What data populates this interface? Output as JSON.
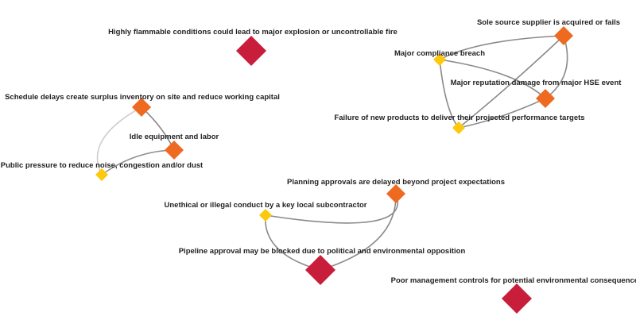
{
  "colors": {
    "critical": "#c81e3c",
    "high": "#ee6a21",
    "medium": "#fcc90d",
    "edge": "#8a8a8a",
    "edge_faint": "#cfcfcf"
  },
  "risks": [
    {
      "id": "flammable",
      "label": "Highly flammable conditions could lead to major explosion or uncontrollable fire",
      "severity": "critical"
    },
    {
      "id": "sole-source",
      "label": "Sole source supplier is acquired or fails",
      "severity": "high"
    },
    {
      "id": "compliance",
      "label": "Major compliance breach",
      "severity": "medium"
    },
    {
      "id": "reputation",
      "label": "Major reputation damage from major HSE event",
      "severity": "high"
    },
    {
      "id": "new-products",
      "label": "Failure of new products to deliver their projected performance targets",
      "severity": "medium"
    },
    {
      "id": "schedule",
      "label": "Schedule delays create surplus inventory on site and reduce working capital",
      "severity": "high"
    },
    {
      "id": "idle",
      "label": "Idle equipment and labor",
      "severity": "high"
    },
    {
      "id": "public",
      "label": "Public pressure to reduce noise, congestion and/or dust",
      "severity": "medium"
    },
    {
      "id": "planning",
      "label": "Planning approvals are delayed beyond project expectations",
      "severity": "high"
    },
    {
      "id": "unethical",
      "label": "Unethical or illegal conduct by a key local subcontractor",
      "severity": "medium"
    },
    {
      "id": "pipeline",
      "label": "Pipeline approval may be blocked due to political and environmental opposition",
      "severity": "critical"
    },
    {
      "id": "poor-mgmt",
      "label": "Poor management controls for potential environmental consequences",
      "severity": "critical"
    }
  ],
  "links": [
    {
      "source": "compliance",
      "target": "sole-source"
    },
    {
      "source": "compliance",
      "target": "reputation"
    },
    {
      "source": "compliance",
      "target": "new-products"
    },
    {
      "source": "sole-source",
      "target": "new-products"
    },
    {
      "source": "sole-source",
      "target": "reputation"
    },
    {
      "source": "reputation",
      "target": "new-products"
    },
    {
      "source": "schedule",
      "target": "idle"
    },
    {
      "source": "schedule",
      "target": "public"
    },
    {
      "source": "idle",
      "target": "public"
    },
    {
      "source": "unethical",
      "target": "planning"
    },
    {
      "source": "planning",
      "target": "pipeline"
    },
    {
      "source": "unethical",
      "target": "pipeline"
    }
  ]
}
